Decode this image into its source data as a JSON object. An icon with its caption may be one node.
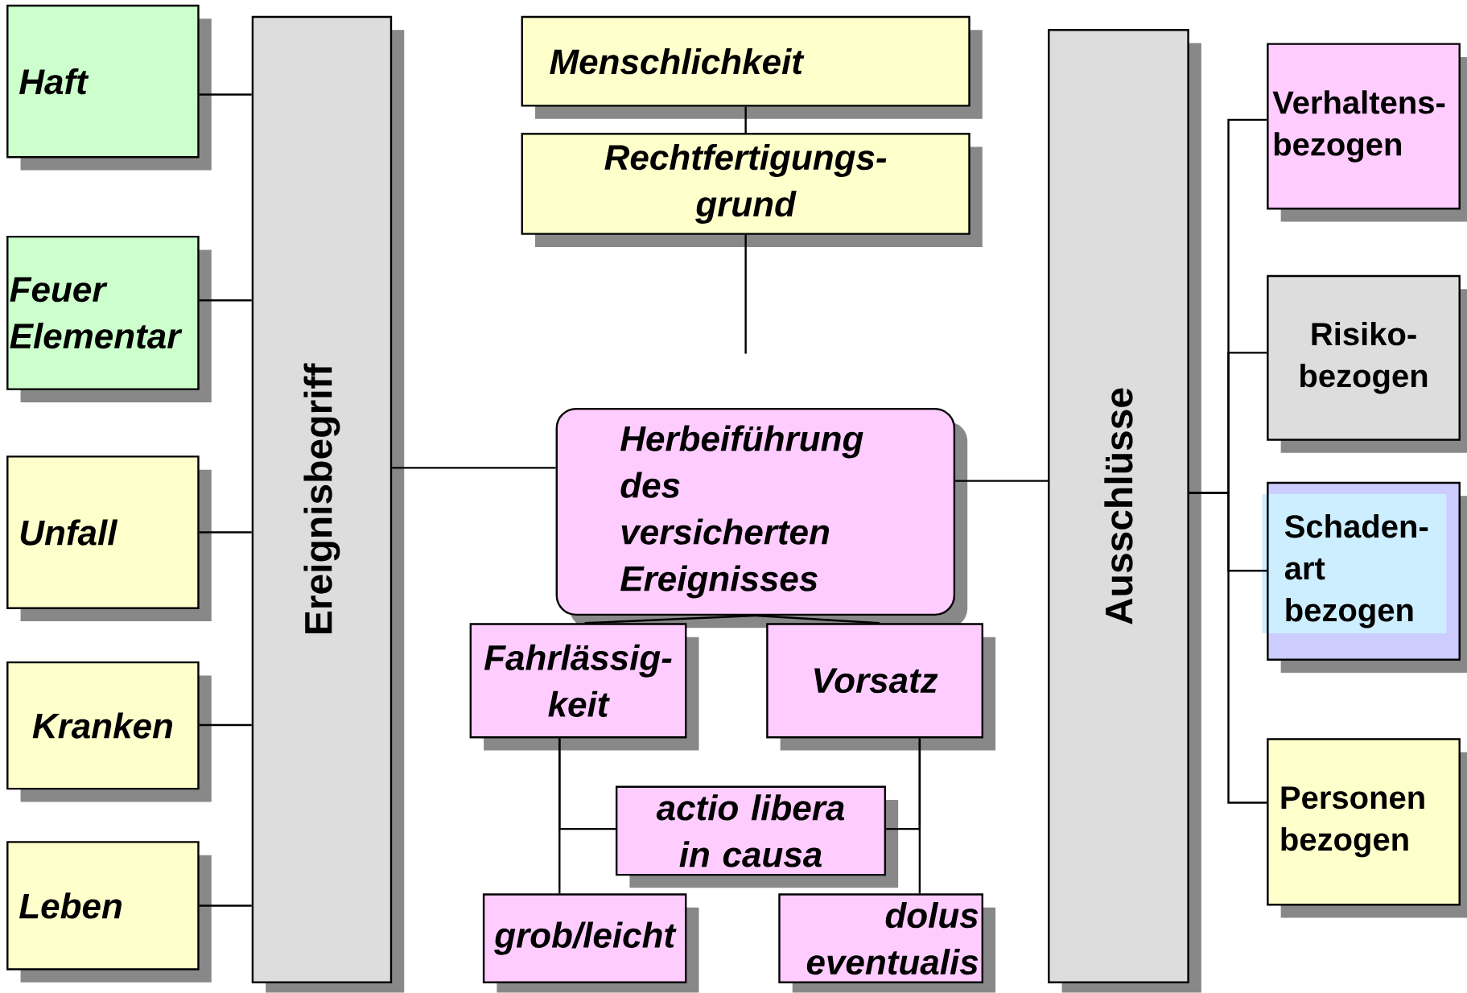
{
  "diagram": {
    "nodes": [
      {
        "text": [
          "Haft"
        ]
      },
      {
        "text": [
          "Feuer Elementar"
        ]
      },
      {
        "text": [
          "Unfall"
        ]
      },
      {
        "text": [
          "Kranken"
        ]
      },
      {
        "text": [
          "Leben"
        ]
      },
      {
        "text": [
          "Ereignisbegriff"
        ]
      },
      {
        "text": [
          "Menschlichkeit"
        ]
      },
      {
        "text": [
          "Rechtfertigungs- grund"
        ]
      },
      {
        "text": [
          "Herbeiführung des versicherten Ereignisses"
        ]
      },
      {
        "text": [
          "Fahrlässig- keit"
        ]
      },
      {
        "text": [
          "Vorsatz"
        ]
      },
      {
        "text": [
          "actio libera in causa"
        ]
      },
      {
        "text": [
          "grob/leicht"
        ]
      },
      {
        "text": [
          "dolus eventualis"
        ]
      },
      {
        "text": [
          "Ausschlüsse"
        ]
      },
      {
        "text": [
          "Verhaltens- bezogen"
        ]
      },
      {
        "text": [
          "Risiko- bezogen"
        ]
      },
      {
        "text": [
          "Schaden- art bezogen"
        ]
      },
      {
        "text": [
          "Personen bezogen"
        ]
      }
    ],
    "edges": [
      {
        "from": 0,
        "to": 5,
        "arrow": "none"
      },
      {
        "from": 1,
        "to": 5,
        "arrow": "none"
      },
      {
        "from": 2,
        "to": 5,
        "arrow": "none"
      },
      {
        "from": 3,
        "to": 5,
        "arrow": "none"
      },
      {
        "from": 4,
        "to": 5,
        "arrow": "none"
      },
      {
        "from": 6,
        "to": 7,
        "arrow": "none"
      },
      {
        "from": 7,
        "to": null,
        "arrow": "none"
      },
      {
        "from": 5,
        "to": 8,
        "arrow": "none"
      },
      {
        "from": 8,
        "to": 14,
        "arrow": "none"
      },
      {
        "from": 8,
        "to": 9,
        "arrow": "none"
      },
      {
        "from": 8,
        "to": 10,
        "arrow": "none"
      },
      {
        "from": 9,
        "to": 12,
        "arrow": "none"
      },
      {
        "from": 9,
        "to": 11,
        "arrow": "none"
      },
      {
        "from": 10,
        "to": 13,
        "arrow": "none"
      },
      {
        "from": 10,
        "to": 11,
        "arrow": "none"
      },
      {
        "from": 14,
        "to": 15,
        "arrow": "none"
      },
      {
        "from": 14,
        "to": 16,
        "arrow": "none"
      },
      {
        "from": 14,
        "to": 17,
        "arrow": "none"
      },
      {
        "from": 14,
        "to": 18,
        "arrow": "none"
      }
    ]
  }
}
